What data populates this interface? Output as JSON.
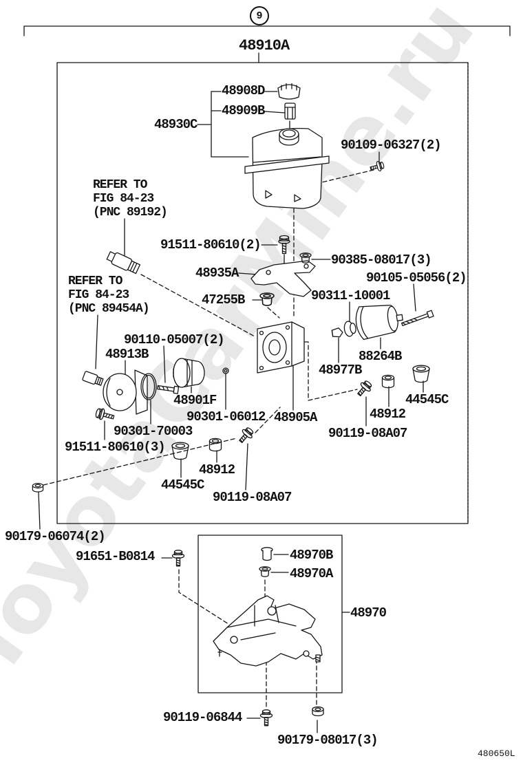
{
  "figure": {
    "page_badge": "9",
    "title_code": "48910A",
    "drawing_code": "480650L",
    "watermark": "ToyotaCarMine.ru"
  },
  "parts": {
    "cap": "48908D",
    "strainer": "48909B",
    "reservoir": "48930C",
    "reservoir_bolt": "90109-06327(2)",
    "bracket_bolt": "91511-80610(2)",
    "bracket": "48935A",
    "bracket_grommet": "90385-08017(3)",
    "accumulator_bolt": "90105-05056(2)",
    "grommet": "47255B",
    "accumulator_piston": "90311-10001",
    "through_bolt": "90110-05007(2)",
    "motor": "48913B",
    "accumulator": "88264B",
    "accumulator_plug": "48977B",
    "pump": "48901F",
    "o_ring_small": "90301-06012",
    "housing": "48905A",
    "spacer_right": "48912",
    "cushion_right": "44545C",
    "mount_bolt_right": "90119-08A07",
    "o_ring_pump": "90301-70003",
    "union_bolt": "91511-80610(3)",
    "spacer_left": "48912",
    "cushion_left": "44545C",
    "mount_bolt_left": "90119-08A07",
    "nut": "90179-06074(2)",
    "lower_bracket_bolt_upper": "91651-B0814",
    "collar": "48970B",
    "bracket_cushion": "48970A",
    "lower_bracket": "48970",
    "lower_bracket_bolt": "90119-06844",
    "lower_bracket_nut": "90179-08017(3)"
  },
  "references": [
    {
      "lines": [
        "REFER TO",
        "FIG 84-23",
        "(PNC 89192)"
      ]
    },
    {
      "lines": [
        "REFER TO",
        "FIG 84-23",
        "(PNC 89454A)"
      ]
    }
  ]
}
